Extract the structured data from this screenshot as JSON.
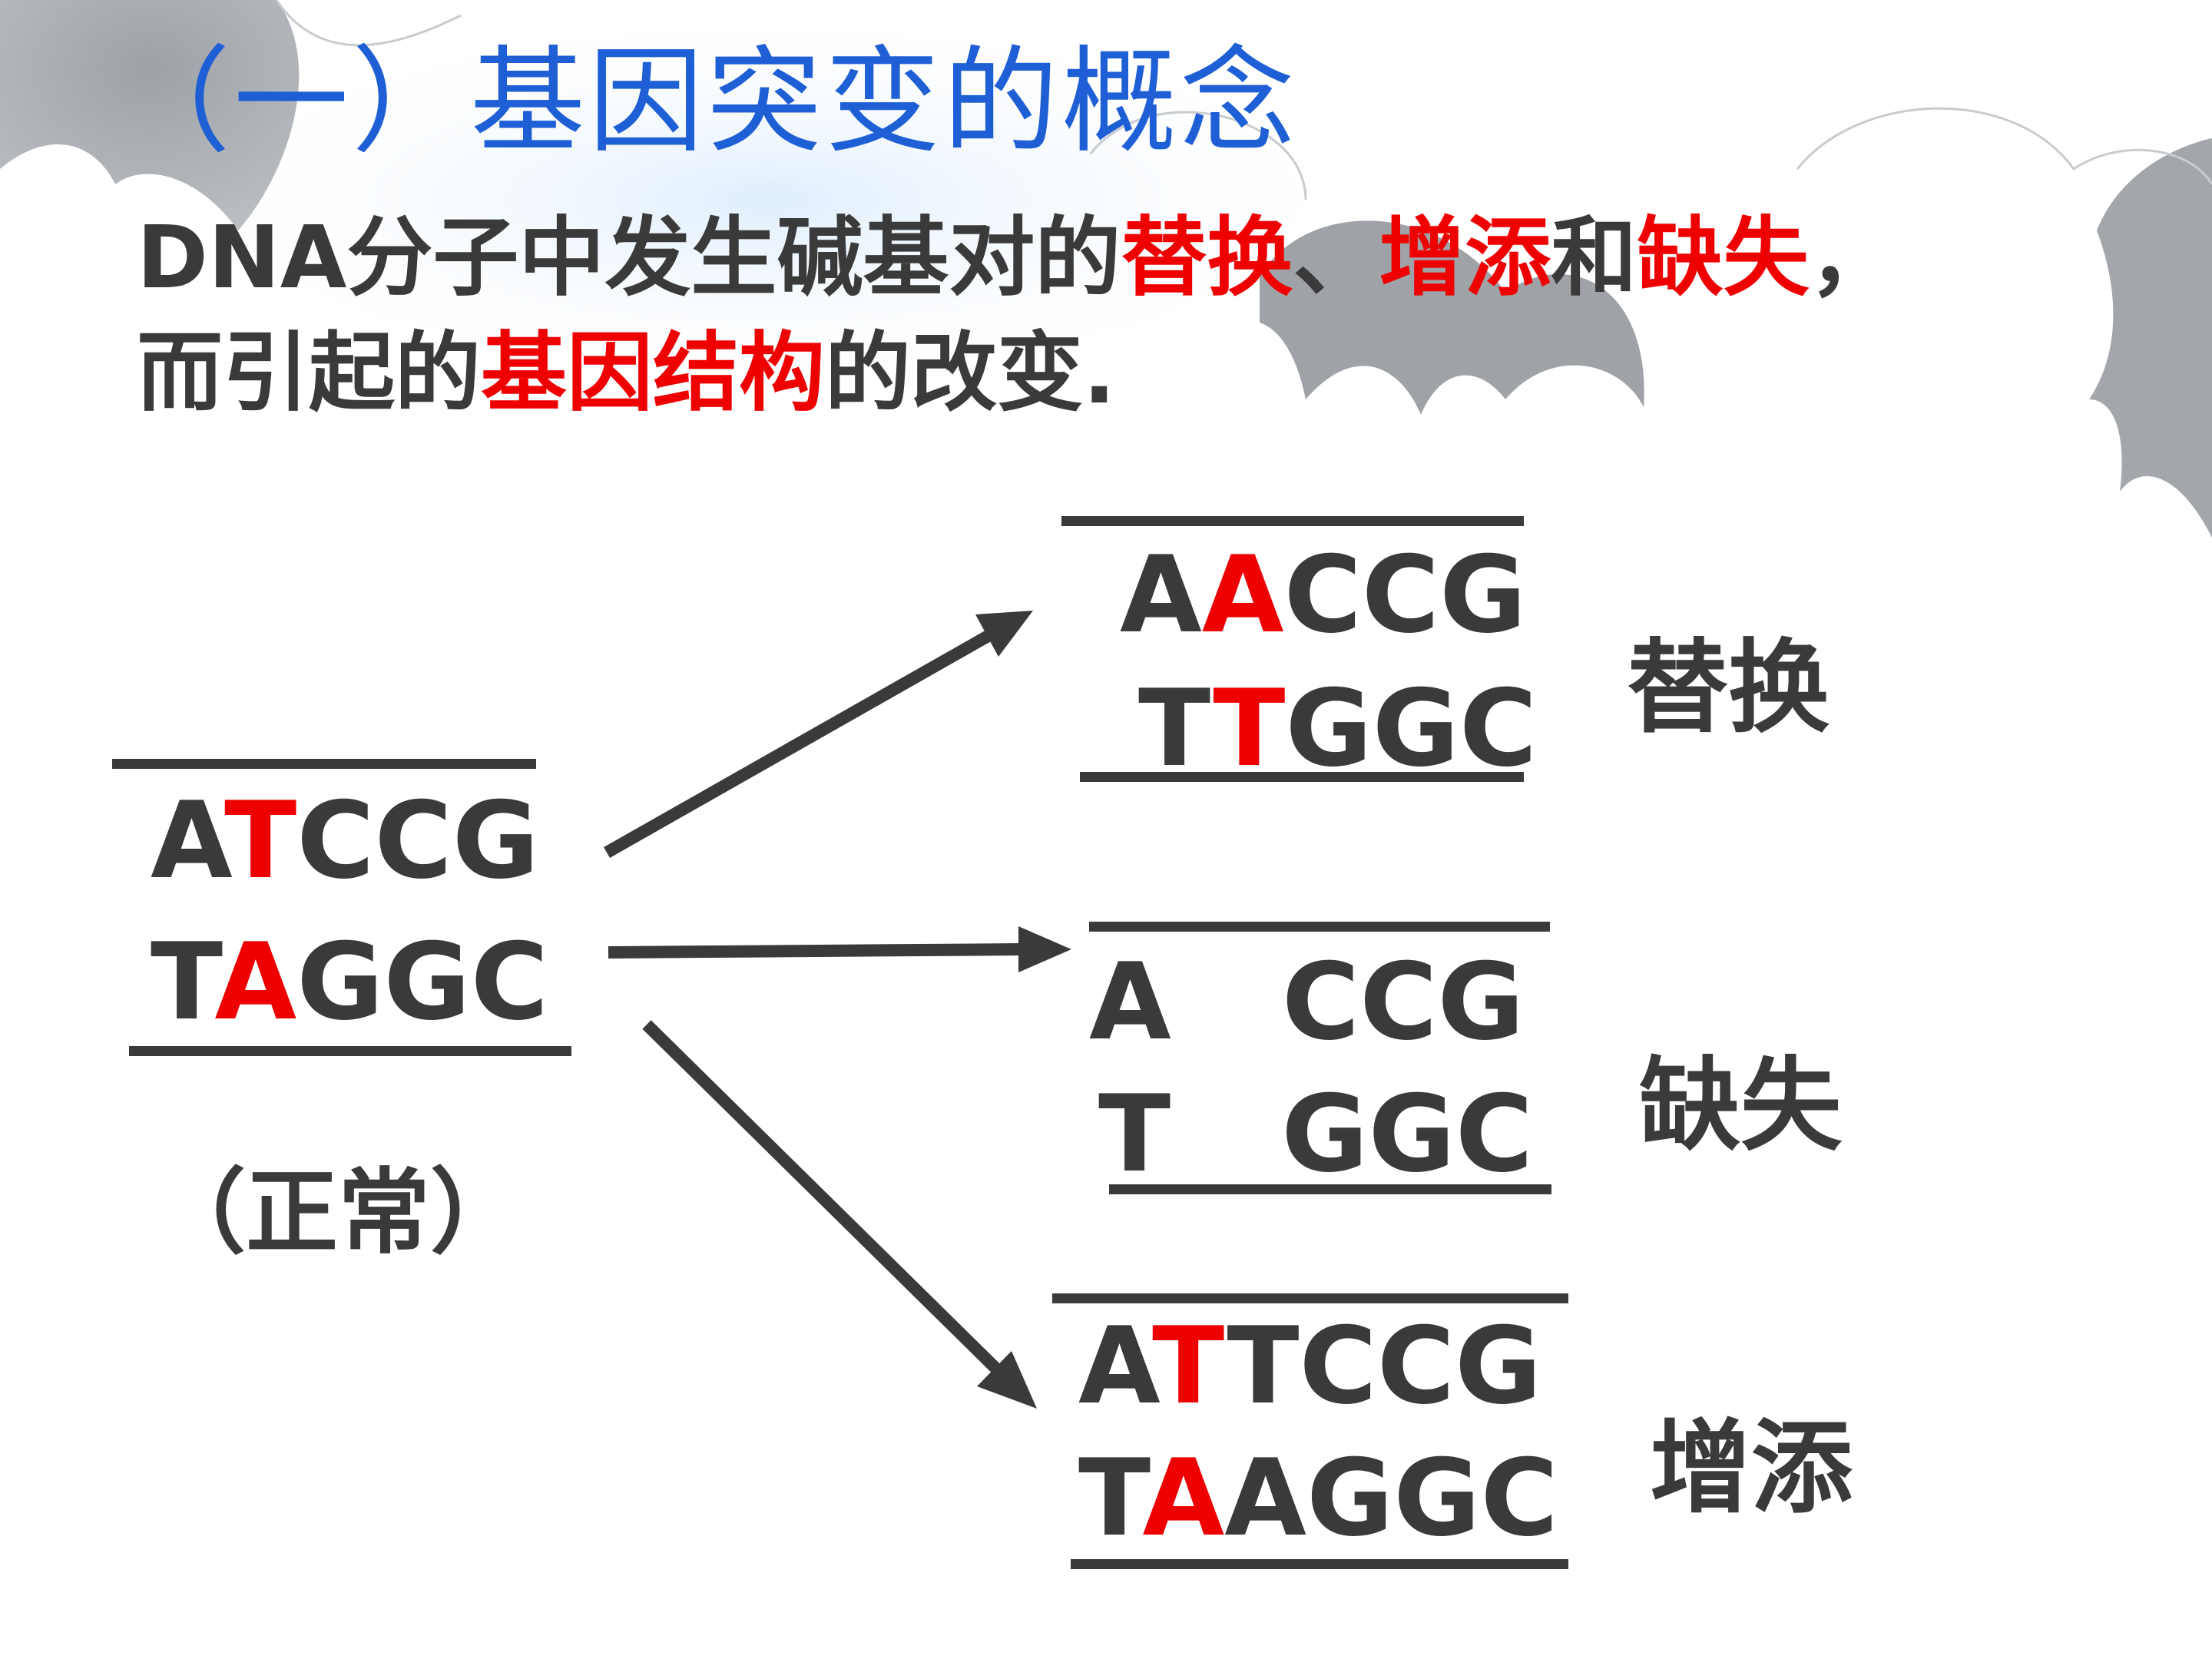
{
  "title": "（一）基因突变的概念",
  "definition": {
    "line1": [
      {
        "text": "DNA分子中发生碱基对的",
        "red": false
      },
      {
        "text": "替换",
        "red": true
      },
      {
        "text": "、",
        "red": false
      },
      {
        "text": "增添",
        "red": true
      },
      {
        "text": "和",
        "red": false
      },
      {
        "text": "缺失",
        "red": true
      },
      {
        "text": "，",
        "red": false
      }
    ],
    "line2": [
      {
        "text": "而引起的",
        "red": false
      },
      {
        "text": "基因结构",
        "red": true
      },
      {
        "text": "的改变.",
        "red": false
      }
    ]
  },
  "normal": {
    "top": [
      {
        "t": "A",
        "r": false
      },
      {
        "t": "T",
        "r": true
      },
      {
        "t": "CCG",
        "r": false
      }
    ],
    "bottom": [
      {
        "t": "T",
        "r": false
      },
      {
        "t": "A",
        "r": true
      },
      {
        "t": "GGC",
        "r": false
      }
    ],
    "label": "（正常）"
  },
  "substitution": {
    "top": [
      {
        "t": "A",
        "r": false
      },
      {
        "t": "A",
        "r": true
      },
      {
        "t": "CCG",
        "r": false
      }
    ],
    "bottom": [
      {
        "t": "T",
        "r": false
      },
      {
        "t": "T",
        "r": true
      },
      {
        "t": "GGC",
        "r": false
      }
    ],
    "label": "替换"
  },
  "deletion": {
    "top": [
      {
        "t": "A   CCG",
        "r": false
      }
    ],
    "bottom": [
      {
        "t": "T   GGC",
        "r": false
      }
    ],
    "label": "缺失"
  },
  "insertion": {
    "top": [
      {
        "t": "A",
        "r": false
      },
      {
        "t": "T",
        "r": true
      },
      {
        "t": "TCCG",
        "r": false
      }
    ],
    "bottom": [
      {
        "t": "T",
        "r": false
      },
      {
        "t": "A",
        "r": true
      },
      {
        "t": "AGGC",
        "r": false
      }
    ],
    "label": "增添"
  },
  "colors": {
    "accent_red": "#ee0000",
    "title_blue": "#1f5fd6",
    "text_dark": "#3a3a3a"
  }
}
